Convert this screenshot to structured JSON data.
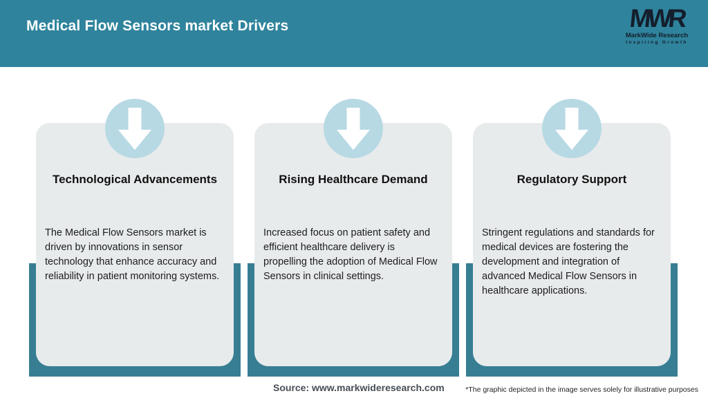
{
  "header": {
    "title": "Medical Flow Sensors market Drivers"
  },
  "logo": {
    "monogram": "MWR",
    "name": "MarkWide Research",
    "tagline": "Inspiring Growth"
  },
  "cards": [
    {
      "icon": "down-arrow-icon",
      "title": "Technological Advancements",
      "body": "The Medical Flow Sensors market is driven by innovations in sensor technology that enhance accuracy and reliability in patient monitoring systems."
    },
    {
      "icon": "down-arrow-icon",
      "title": "Rising Healthcare Demand",
      "body": "Increased focus on patient safety and efficient healthcare delivery is propelling the adoption of Medical Flow Sensors in clinical settings."
    },
    {
      "icon": "down-arrow-icon",
      "title": "Regulatory Support",
      "body": "Stringent regulations and standards for medical devices are fostering the development and integration of advanced Medical Flow Sensors in healthcare applications."
    }
  ],
  "footer": {
    "source": "Source: www.markwideresearch.com",
    "disclaimer": "*The graphic depicted in the image serves solely for illustrative purposes"
  },
  "colors": {
    "header_teal": "#2f839c",
    "backing_teal": "#377e93",
    "circle_blue": "#b7d9e4",
    "card_gray": "#e8ebec",
    "logo_navy": "#141e2c"
  }
}
